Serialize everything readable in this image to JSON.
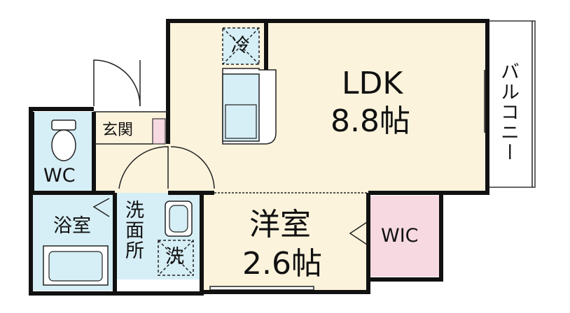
{
  "rooms": {
    "ldk": {
      "name": "LDK",
      "size": "8.8帖"
    },
    "western": {
      "name": "洋室",
      "size": "2.6帖"
    },
    "wic": {
      "name": "WIC"
    },
    "entrance": {
      "name": "玄関"
    },
    "wc": {
      "name": "WC"
    },
    "bath": {
      "name": "浴室"
    },
    "washroom": {
      "name": "洗面所"
    },
    "balcony": {
      "name": "バルコニー"
    }
  },
  "symbols": {
    "fridge": "冷",
    "washer": "洗"
  },
  "colors": {
    "ldk_floor": "#fbf3dc",
    "wet_area": "#d6eef6",
    "wic_floor": "#f7d9e2",
    "wall": "#111111"
  }
}
